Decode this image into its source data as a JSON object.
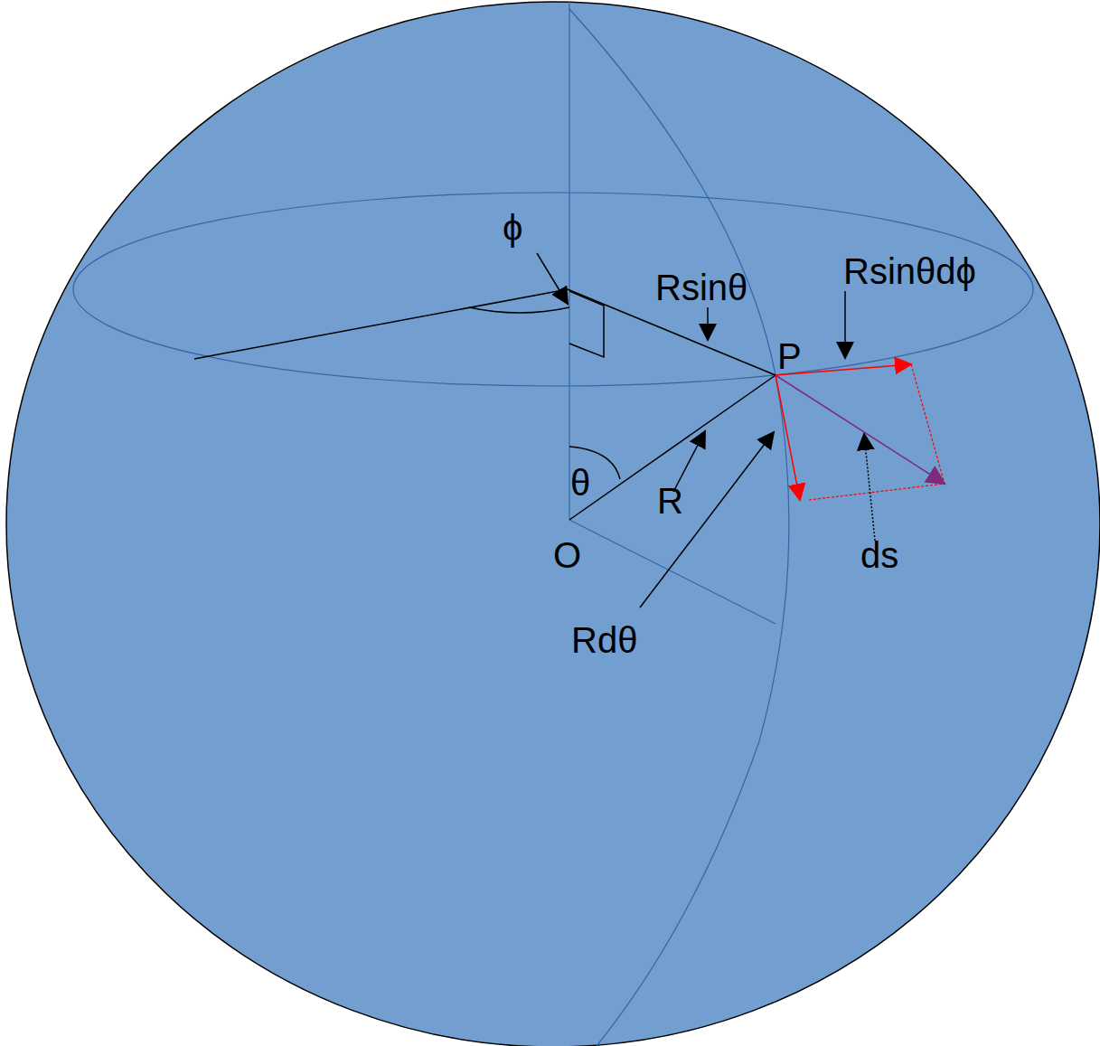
{
  "diagram": {
    "labels": [
      "ϕ",
      "Rsinθ",
      "Rsinθdϕ",
      "P",
      "θ",
      "R",
      "O",
      "Rdθ",
      "ds"
    ]
  }
}
